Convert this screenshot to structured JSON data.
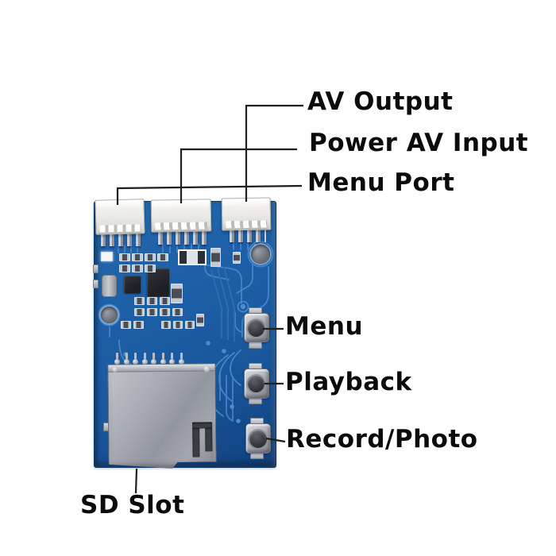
{
  "callouts": {
    "av_output": "AV Output",
    "power_av_input": "Power AV Input",
    "menu_port": "Menu Port",
    "menu": "Menu",
    "playback": "Playback",
    "record_photo": "Record/Photo",
    "sd_slot": "SD Slot"
  },
  "colors": {
    "pcb_blue": "#1b5ea6",
    "pcb_trace_light": "#4c8ccc",
    "connector_white": "#eceae6",
    "metal_silver": "#a9acb4",
    "label_text": "#0b0b0b",
    "callout_line": "#1f1f1f",
    "background": "#ffffff"
  }
}
